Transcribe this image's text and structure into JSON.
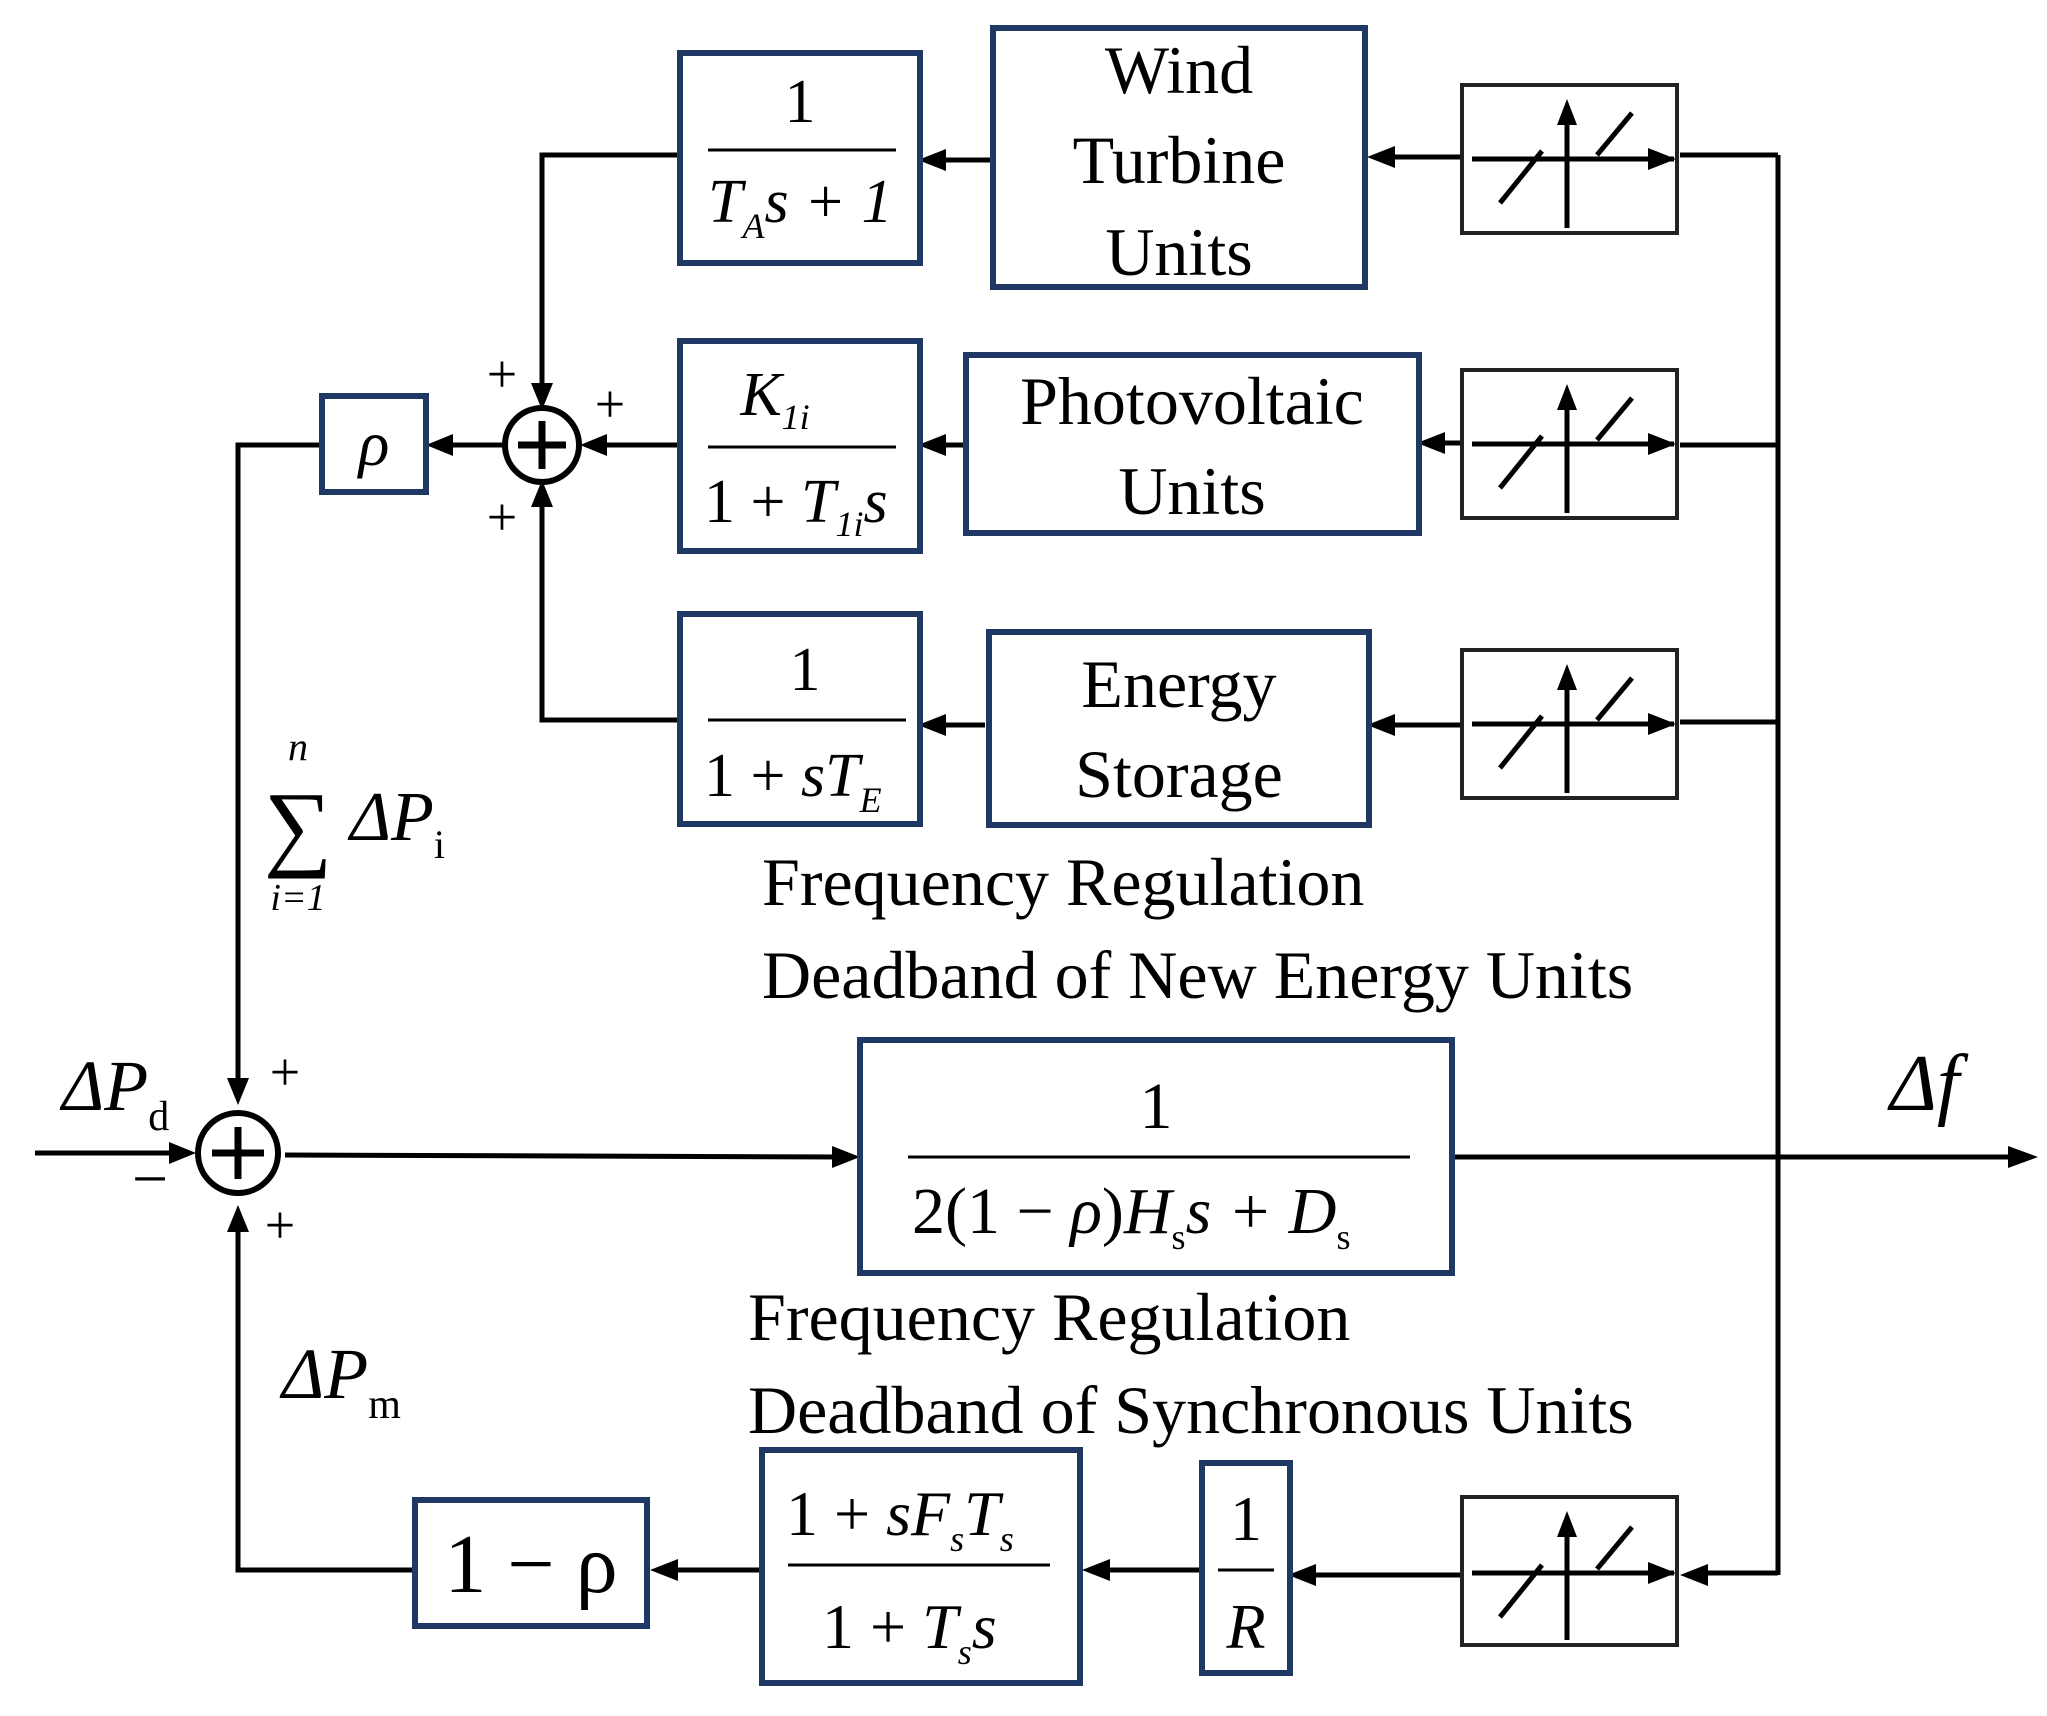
{
  "blocks": {
    "wind": {
      "lines": [
        "Wind",
        "Turbine",
        "Units"
      ]
    },
    "pv": {
      "lines": [
        "Photovoltaic",
        "Units"
      ]
    },
    "storage": {
      "lines": [
        "Energy",
        "Storage"
      ]
    },
    "wind_tf": {
      "num": "1",
      "den_a": "T",
      "den_a_sub": "A",
      "den_b": "s + 1"
    },
    "pv_tf": {
      "num": "K",
      "num_sub": "1i",
      "den_a": "1 + ",
      "den_b": "T",
      "den_b_sub": "1i",
      "den_c": "s"
    },
    "storage_tf": {
      "num": "1",
      "den_a": "1 + ",
      "den_b": "sT",
      "den_b_sub": "E"
    },
    "rho": "ρ",
    "one_minus_rho": "1 − ρ",
    "plant_tf": {
      "num": "1",
      "den_a": "2(1 − ",
      "den_b": "ρ",
      "den_c": ")",
      "den_d": "H",
      "den_d_sub": "s",
      "den_e": "s + ",
      "den_f": "D",
      "den_f_sub": "s"
    },
    "governor_tf": {
      "num_a": "1 + ",
      "num_b": "sF",
      "num_b_sub": "s",
      "num_c": "T",
      "num_c_sub": "s",
      "den_a": "1 + ",
      "den_b": "T",
      "den_b_sub": "s",
      "den_c": "s"
    },
    "droop_tf": {
      "num": "1",
      "den": "R"
    }
  },
  "labels": {
    "new_energy_deadband": [
      "Frequency Regulation",
      "Deadband of New Energy Units"
    ],
    "sync_deadband": [
      "Frequency Regulation",
      "Deadband of Synchronous Units"
    ],
    "delta_pd": {
      "main": "ΔP",
      "sub": "d"
    },
    "delta_pm": {
      "main": "ΔP",
      "sub": "m"
    },
    "delta_f": {
      "main": "Δf"
    },
    "sum_pi": {
      "sigma": "∑",
      "top": "n",
      "bottom": "i=1",
      "main": "ΔP",
      "sub": "i"
    }
  },
  "signs": {
    "upper_sum": {
      "top": "+",
      "right": "+",
      "bottom": "+"
    },
    "main_sum": {
      "top": "+",
      "left": "−",
      "bottom": "+"
    }
  }
}
